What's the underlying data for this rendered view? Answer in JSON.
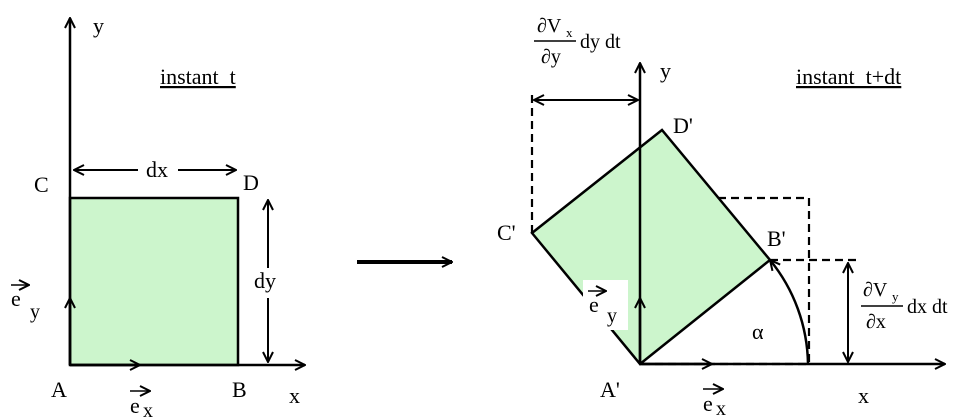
{
  "left": {
    "heading": "instant  t",
    "axis_x": "x",
    "axis_y": "y",
    "vertices": {
      "A": "A",
      "B": "B",
      "C": "C",
      "D": "D"
    },
    "width_label": "dx",
    "height_label": "dy",
    "unit_x": {
      "base": "e",
      "sub": "x"
    },
    "unit_y": {
      "base": "e",
      "sub": "y"
    }
  },
  "right": {
    "heading": "instant  t+dt",
    "axis_x": "x",
    "axis_y": "y",
    "vertices": {
      "A": "A'",
      "B": "B'",
      "C": "C'",
      "D": "D'"
    },
    "angle_label": "α",
    "unit_x": {
      "base": "e",
      "sub": "x"
    },
    "unit_y": {
      "base": "e",
      "sub": "y"
    },
    "top_shift": {
      "num": "∂V",
      "num_sub": "x",
      "den": "∂y",
      "tail": "dy dt"
    },
    "side_shift": {
      "num": "∂V",
      "num_sub": "y",
      "den": "∂x",
      "tail": "dx dt"
    }
  },
  "colors": {
    "fill": "#ccf5cc",
    "stroke": "#000000"
  },
  "icons": {
    "transition": "long-right-arrow-icon"
  }
}
